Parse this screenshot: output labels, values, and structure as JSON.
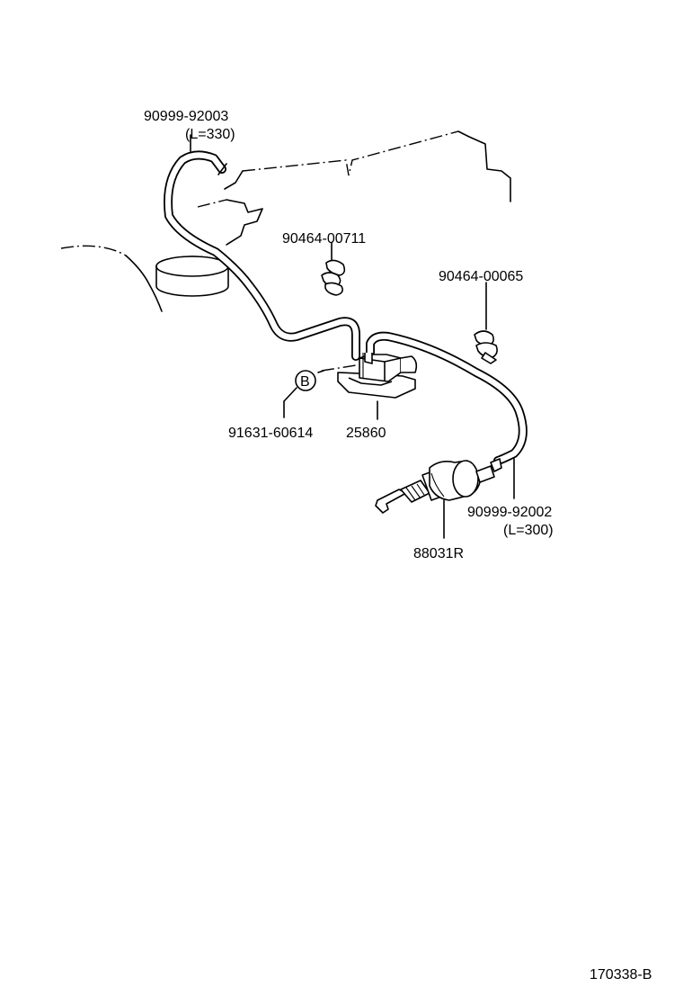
{
  "diagram": {
    "labels": {
      "hose_upper_part": "90999-92003",
      "hose_upper_length": "(L=330)",
      "clip_a": "90464-00711",
      "clip_b": "90464-00065",
      "bolt": "91631-60614",
      "valve": "25860",
      "hose_lower_part": "90999-92002",
      "hose_lower_length": "(L=300)",
      "actuator": "88031R",
      "callout_b": "B",
      "figure_code": "170338-B"
    }
  }
}
